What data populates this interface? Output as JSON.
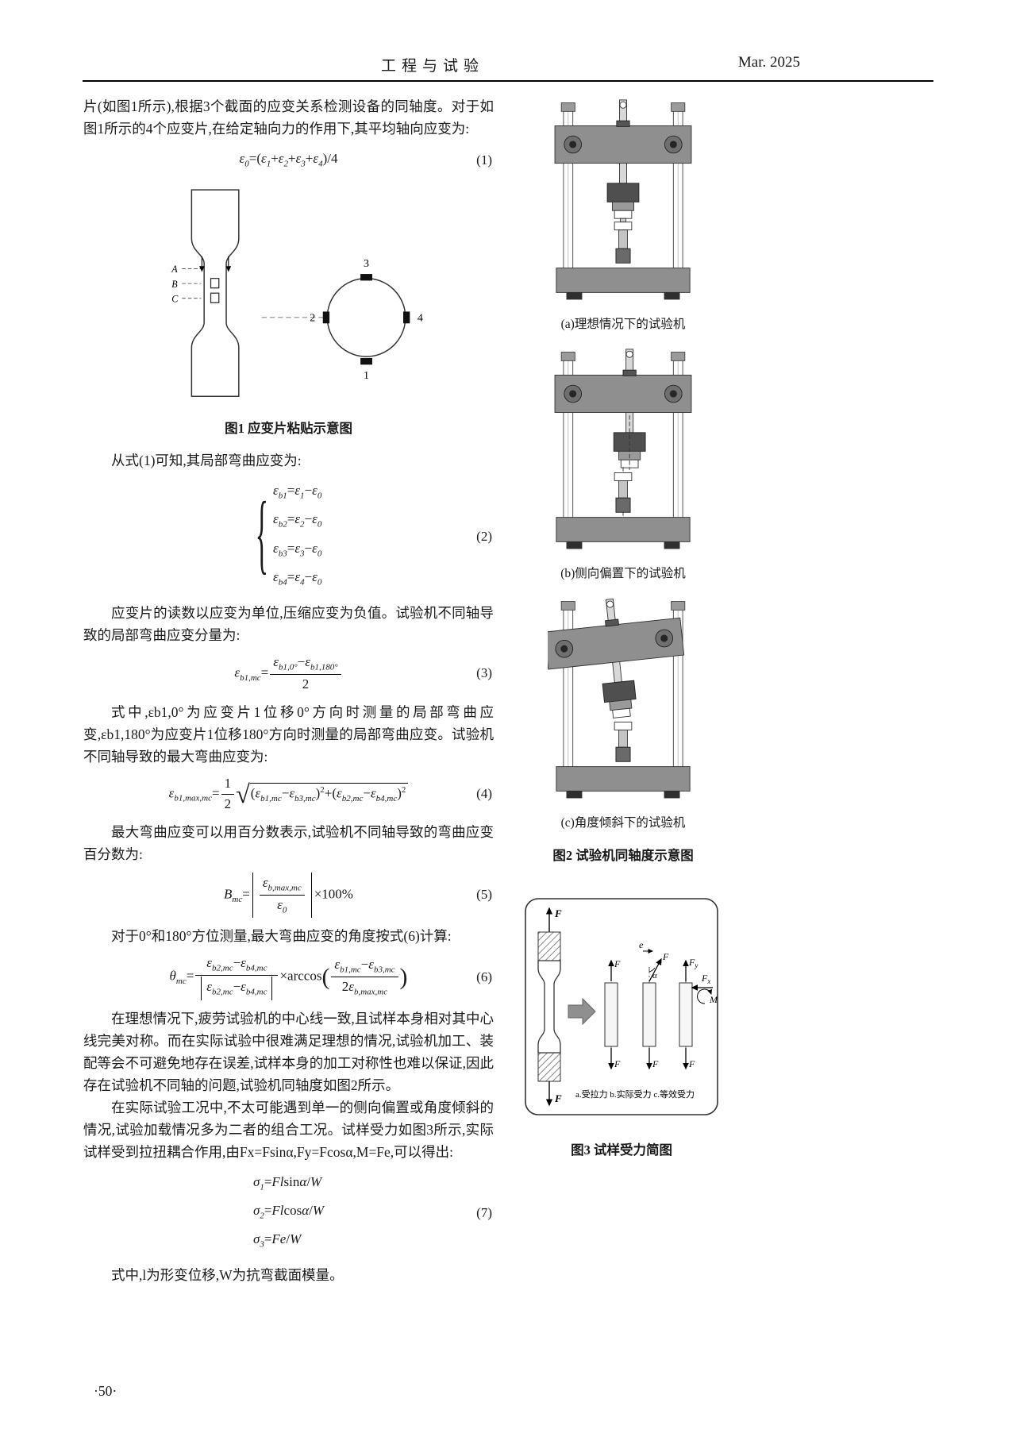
{
  "header": {
    "journal_title": "工程与试验",
    "issue_date": "Mar.  2025"
  },
  "footer": {
    "page_number": "·50·"
  },
  "body": {
    "p1": "片(如图1所示),根据3个截面的应变关系检测设备的同轴度。对于如图1所示的4个应变片,在给定轴向力的作用下,其平均轴向应变为:",
    "p2": "从式(1)可知,其局部弯曲应变为:",
    "p3": "应变片的读数以应变为单位,压缩应变为负值。试验机不同轴导致的局部弯曲应变分量为:",
    "p4": "式中,εb1,0°为应变片1位移0°方向时测量的局部弯曲应变,εb1,180°为应变片1位移180°方向时测量的局部弯曲应变。试验机不同轴导致的最大弯曲应变为:",
    "p5": "最大弯曲应变可以用百分数表示,试验机不同轴导致的弯曲应变百分数为:",
    "p6": "对于0°和180°方位测量,最大弯曲应变的角度按式(6)计算:",
    "p7": "在理想情况下,疲劳试验机的中心线一致,且试样本身相对其中心线完美对称。而在实际试验中很难满足理想的情况,试验机加工、装配等会不可避免地存在误差,试样本身的加工对称性也难以保证,因此存在试验机不同轴的问题,试验机同轴度如图2所示。",
    "p8": "在实际试验工况中,不太可能遇到单一的侧向偏置或角度倾斜的情况,试验加载情况多为二者的组合工况。试样受力如图3所示,实际试样受到拉扭耦合作用,由Fx=Fsinα,Fy=Fcosα,M=Fe,可以得出:",
    "p9": "式中,l为形变位移,W为抗弯截面模量。"
  },
  "equations": {
    "eq1": {
      "number": "(1)",
      "tokens": [
        {
          "t": "v",
          "v": "ε"
        },
        {
          "t": "s",
          "v": "0"
        },
        {
          "t": "r",
          "v": "=("
        },
        {
          "t": "v",
          "v": "ε"
        },
        {
          "t": "s",
          "v": "1"
        },
        {
          "t": "r",
          "v": "+"
        },
        {
          "t": "v",
          "v": "ε"
        },
        {
          "t": "s",
          "v": "2"
        },
        {
          "t": "r",
          "v": "+"
        },
        {
          "t": "v",
          "v": "ε"
        },
        {
          "t": "s",
          "v": "3"
        },
        {
          "t": "r",
          "v": "+"
        },
        {
          "t": "v",
          "v": "ε"
        },
        {
          "t": "s",
          "v": "4"
        },
        {
          "t": "r",
          "v": ")/4"
        }
      ]
    },
    "eq2": {
      "number": "(2)",
      "tokens": [
        {
          "t": "c",
          "rows": [
            [
              {
                "t": "v",
                "v": "ε"
              },
              {
                "t": "s",
                "v": "b1"
              },
              {
                "t": "r",
                "v": "="
              },
              {
                "t": "v",
                "v": "ε"
              },
              {
                "t": "s",
                "v": "1"
              },
              {
                "t": "r",
                "v": "−"
              },
              {
                "t": "v",
                "v": "ε"
              },
              {
                "t": "s",
                "v": "0"
              }
            ],
            [
              {
                "t": "v",
                "v": "ε"
              },
              {
                "t": "s",
                "v": "b2"
              },
              {
                "t": "r",
                "v": "="
              },
              {
                "t": "v",
                "v": "ε"
              },
              {
                "t": "s",
                "v": "2"
              },
              {
                "t": "r",
                "v": "−"
              },
              {
                "t": "v",
                "v": "ε"
              },
              {
                "t": "s",
                "v": "0"
              }
            ],
            [
              {
                "t": "v",
                "v": "ε"
              },
              {
                "t": "s",
                "v": "b3"
              },
              {
                "t": "r",
                "v": "="
              },
              {
                "t": "v",
                "v": "ε"
              },
              {
                "t": "s",
                "v": "3"
              },
              {
                "t": "r",
                "v": "−"
              },
              {
                "t": "v",
                "v": "ε"
              },
              {
                "t": "s",
                "v": "0"
              }
            ],
            [
              {
                "t": "v",
                "v": "ε"
              },
              {
                "t": "s",
                "v": "b4"
              },
              {
                "t": "r",
                "v": "="
              },
              {
                "t": "v",
                "v": "ε"
              },
              {
                "t": "s",
                "v": "4"
              },
              {
                "t": "r",
                "v": "−"
              },
              {
                "t": "v",
                "v": "ε"
              },
              {
                "t": "s",
                "v": "0"
              }
            ]
          ]
        }
      ]
    },
    "eq3": {
      "number": "(3)",
      "tokens": [
        {
          "t": "v",
          "v": "ε"
        },
        {
          "t": "s",
          "v": "b1,mc"
        },
        {
          "t": "r",
          "v": "="
        },
        {
          "t": "f",
          "n": [
            {
              "t": "v",
              "v": "ε"
            },
            {
              "t": "s",
              "v": "b1,0°"
            },
            {
              "t": "r",
              "v": "−"
            },
            {
              "t": "v",
              "v": "ε"
            },
            {
              "t": "s",
              "v": "b1,180°"
            }
          ],
          "d": [
            {
              "t": "r",
              "v": "2"
            }
          ]
        }
      ]
    },
    "eq4": {
      "number": "(4)",
      "tokens": [
        {
          "t": "v",
          "v": "ε"
        },
        {
          "t": "s",
          "v": "b1,max,mc"
        },
        {
          "t": "r",
          "v": "="
        },
        {
          "t": "f",
          "n": [
            {
              "t": "r",
              "v": "1"
            }
          ],
          "d": [
            {
              "t": "r",
              "v": "2"
            }
          ]
        },
        {
          "t": "q",
          "b": [
            {
              "t": "r",
              "v": "("
            },
            {
              "t": "v",
              "v": "ε"
            },
            {
              "t": "s",
              "v": "b1,mc"
            },
            {
              "t": "r",
              "v": "−"
            },
            {
              "t": "v",
              "v": "ε"
            },
            {
              "t": "s",
              "v": "b3,mc"
            },
            {
              "t": "r",
              "v": ")"
            },
            {
              "t": "S",
              "v": "2"
            },
            {
              "t": "r",
              "v": "+("
            },
            {
              "t": "v",
              "v": "ε"
            },
            {
              "t": "s",
              "v": "b2,mc"
            },
            {
              "t": "r",
              "v": "−"
            },
            {
              "t": "v",
              "v": "ε"
            },
            {
              "t": "s",
              "v": "b4,mc"
            },
            {
              "t": "r",
              "v": ")"
            },
            {
              "t": "S",
              "v": "2"
            }
          ]
        }
      ]
    },
    "eq5": {
      "number": "(5)",
      "tokens": [
        {
          "t": "v",
          "v": "B"
        },
        {
          "t": "s",
          "v": "mc"
        },
        {
          "t": "r",
          "v": "="
        },
        {
          "t": "a",
          "b": [
            {
              "t": "f",
              "n": [
                {
                  "t": "v",
                  "v": "ε"
                },
                {
                  "t": "s",
                  "v": "b,max,mc"
                }
              ],
              "d": [
                {
                  "t": "v",
                  "v": "ε"
                },
                {
                  "t": "s",
                  "v": "0"
                }
              ]
            }
          ]
        },
        {
          "t": "r",
          "v": "×100%"
        }
      ]
    },
    "eq6": {
      "number": "(6)",
      "tokens": [
        {
          "t": "v",
          "v": "θ"
        },
        {
          "t": "s",
          "v": "mc"
        },
        {
          "t": "r",
          "v": "="
        },
        {
          "t": "f",
          "n": [
            {
              "t": "v",
              "v": "ε"
            },
            {
              "t": "s",
              "v": "b2,mc"
            },
            {
              "t": "r",
              "v": "−"
            },
            {
              "t": "v",
              "v": "ε"
            },
            {
              "t": "s",
              "v": "b4,mc"
            }
          ],
          "d": [
            {
              "t": "a",
              "b": [
                {
                  "t": "v",
                  "v": "ε"
                },
                {
                  "t": "s",
                  "v": "b2,mc"
                },
                {
                  "t": "r",
                  "v": "−"
                },
                {
                  "t": "v",
                  "v": "ε"
                },
                {
                  "t": "s",
                  "v": "b4,mc"
                }
              ]
            }
          ]
        },
        {
          "t": "r",
          "v": "×arccos"
        },
        {
          "t": "P",
          "v": "("
        },
        {
          "t": "f",
          "n": [
            {
              "t": "v",
              "v": "ε"
            },
            {
              "t": "s",
              "v": "b1,mc"
            },
            {
              "t": "r",
              "v": "−"
            },
            {
              "t": "v",
              "v": "ε"
            },
            {
              "t": "s",
              "v": "b3,mc"
            }
          ],
          "d": [
            {
              "t": "r",
              "v": "2"
            },
            {
              "t": "v",
              "v": "ε"
            },
            {
              "t": "s",
              "v": "b,max,mc"
            }
          ]
        },
        {
          "t": "P",
          "v": ")"
        }
      ]
    },
    "eq7": {
      "number": "(7)",
      "tokens": [
        {
          "t": "k",
          "rows": [
            [
              {
                "t": "v",
                "v": "σ"
              },
              {
                "t": "s",
                "v": "1"
              },
              {
                "t": "r",
                "v": "="
              },
              {
                "t": "v",
                "v": "Fl"
              },
              {
                "t": "r",
                "v": "sin"
              },
              {
                "t": "v",
                "v": "α"
              },
              {
                "t": "r",
                "v": "/"
              },
              {
                "t": "v",
                "v": "W"
              }
            ],
            [
              {
                "t": "v",
                "v": "σ"
              },
              {
                "t": "s",
                "v": "2"
              },
              {
                "t": "r",
                "v": "="
              },
              {
                "t": "v",
                "v": "Fl"
              },
              {
                "t": "r",
                "v": "cos"
              },
              {
                "t": "v",
                "v": "α"
              },
              {
                "t": "r",
                "v": "/"
              },
              {
                "t": "v",
                "v": "W"
              }
            ],
            [
              {
                "t": "v",
                "v": "σ"
              },
              {
                "t": "s",
                "v": "3"
              },
              {
                "t": "r",
                "v": "="
              },
              {
                "t": "v",
                "v": "Fe"
              },
              {
                "t": "r",
                "v": "/"
              },
              {
                "t": "v",
                "v": "W"
              }
            ]
          ]
        }
      ]
    }
  },
  "figure1": {
    "caption": "图1  应变片粘贴示意图",
    "labels": {
      "A": "A",
      "B": "B",
      "C": "C",
      "n1": "1",
      "n2": "2",
      "n3": "3",
      "n4": "4"
    }
  },
  "figure2": {
    "caption": "图2  试验机同轴度示意图",
    "sub_a": "(a)理想情况下的试验机",
    "sub_b": "(b)侧向偏置下的试验机",
    "sub_c": "(c)角度倾斜下的试验机"
  },
  "figure3": {
    "caption": "图3  试样受力简图",
    "legend": "a.受拉力  b.实际受力 c.等效受力",
    "labels": {
      "F": "F",
      "e": "e",
      "alpha": "α",
      "M": "M",
      "sub_x": "x",
      "sub_y": "y"
    }
  }
}
